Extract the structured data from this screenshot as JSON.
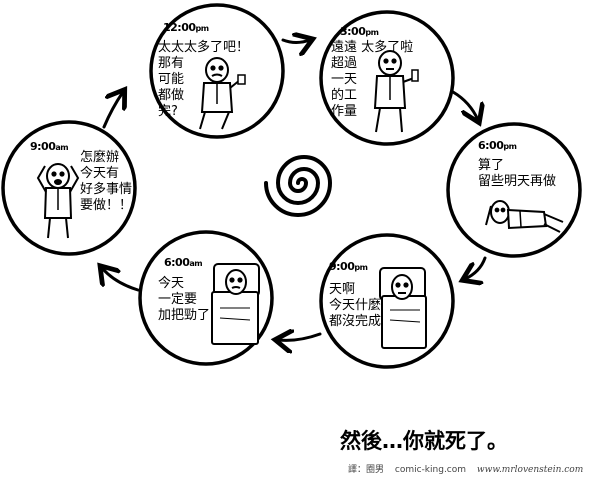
{
  "panels": [
    {
      "time": "12:00",
      "ampm": "pm",
      "text": "太太太多了吧！\n那有\n可能\n都做\n完?"
    },
    {
      "time": "3:00",
      "ampm": "pm",
      "text": "遠遠 太多了啦\n超過\n一天\n的工\n作量"
    },
    {
      "time": "6:00",
      "ampm": "pm",
      "text": "算了\n留些明天再做"
    },
    {
      "time": "9:00",
      "ampm": "pm",
      "text": "天啊\n今天什麼\n都沒完成"
    },
    {
      "time": "6:00",
      "ampm": "am",
      "text": "今天\n一定要\n加把勁了"
    },
    {
      "time": "9:00",
      "ampm": "am",
      "text": "怎麼辦\n今天有\n好多事情\n要做！！"
    }
  ],
  "ending": "然後…你就死了。",
  "credits": {
    "translator": "譯：圈男",
    "site1": "comic-king.com",
    "site2": "www.mrlovenstein.com"
  },
  "colors": {
    "ink": "#000000",
    "paper": "#ffffff"
  }
}
